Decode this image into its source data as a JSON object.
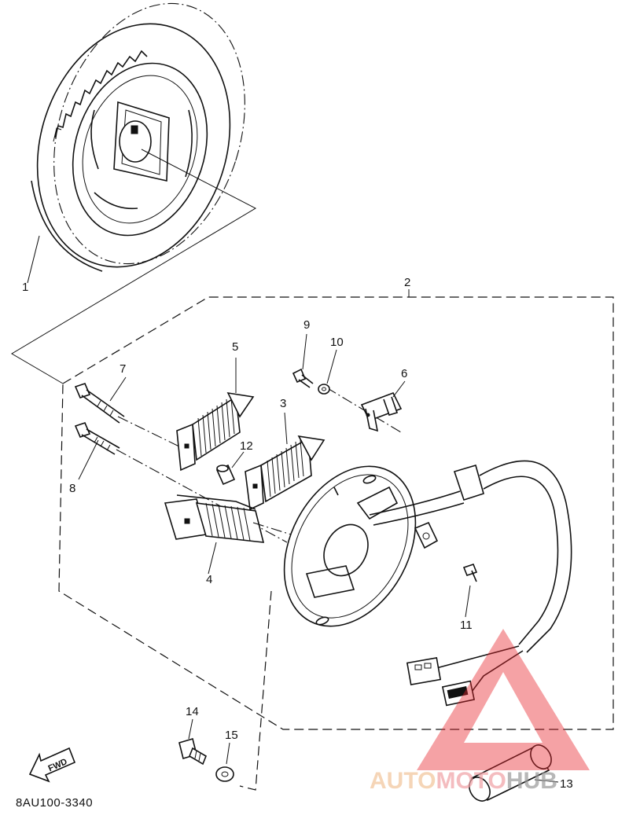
{
  "diagram": {
    "callouts": [
      {
        "id": "c1",
        "label": "1"
      },
      {
        "id": "c2",
        "label": "2"
      },
      {
        "id": "c3",
        "label": "3"
      },
      {
        "id": "c4",
        "label": "4"
      },
      {
        "id": "c5",
        "label": "5"
      },
      {
        "id": "c6",
        "label": "6"
      },
      {
        "id": "c7",
        "label": "7"
      },
      {
        "id": "c8",
        "label": "8"
      },
      {
        "id": "c9",
        "label": "9"
      },
      {
        "id": "c10",
        "label": "10"
      },
      {
        "id": "c11",
        "label": "11"
      },
      {
        "id": "c12",
        "label": "12"
      },
      {
        "id": "c13",
        "label": "13"
      },
      {
        "id": "c14",
        "label": "14"
      },
      {
        "id": "c15",
        "label": "15"
      }
    ],
    "fwd_label": "FWD",
    "diagram_code": "8AU100-3340"
  },
  "watermark": {
    "part1": "AUTO",
    "part2": "MOTO",
    "part3": "HUB",
    "colors": {
      "triangle": "#e8252b",
      "auto": "#f5a623",
      "hub": "#8c8c8c"
    }
  }
}
